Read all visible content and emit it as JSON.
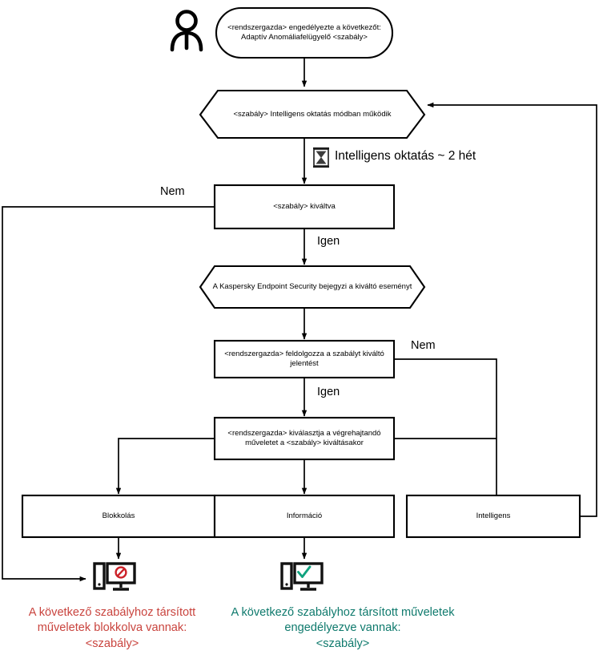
{
  "diagram": {
    "title": "Adaptiv Anomaliafelugyelo szabaly folyamatabra",
    "language": "hu",
    "colors": {
      "stroke": "#000000",
      "blocked_text": "#c9443e",
      "allowed_text": "#0f7a6d",
      "blocked_icon": "#cc2229",
      "allowed_icon": "#10a37f"
    },
    "nodes": {
      "admin_enable": {
        "shape": "stadium",
        "text": "<rendszergazda> engedélyezte a következőt: Adaptív Anomáliafelügyelő <szabály>"
      },
      "smart_training": {
        "shape": "hexagon",
        "text": "<szabály> Intelligens oktatás módban működik"
      },
      "rule_triggered": {
        "shape": "rect",
        "text": "<szabály> kiváltva"
      },
      "kes_logs_event": {
        "shape": "hexagon",
        "text": "A Kaspersky Endpoint Security bejegyzi a kiváltó eseményt"
      },
      "admin_processes_report": {
        "shape": "rect",
        "text": "<rendszergazda>  feldolgozza a szabályt kiváltó jelentést"
      },
      "admin_selects_action": {
        "shape": "rect",
        "text": "<rendszergazda> kiválasztja a végrehajtandó műveletet a <szabály> kiváltásakor"
      },
      "action_block": {
        "shape": "rect",
        "text": "Blokkolás"
      },
      "action_info": {
        "shape": "rect",
        "text": "Információ"
      },
      "action_smart": {
        "shape": "rect",
        "text": "Intelligens"
      }
    },
    "icons": {
      "person": "person-icon",
      "timer": "hourglass-icon",
      "blocked_computer": "computer-blocked-icon",
      "allowed_computer": "computer-allowed-icon"
    },
    "edge_labels": {
      "training_duration": "Intelligens oktatás ~ 2 hét",
      "rule_triggered_no": "Nem",
      "rule_triggered_yes": "Igen",
      "report_no": "Nem",
      "report_yes": "Igen"
    },
    "captions": {
      "blocked": "A következő szabályhoz társított műveletek blokkolva vannak:\n<szabály>",
      "allowed": "A következő szabályhoz társított műveletek engedélyezve vannak:\n<szabály>"
    }
  }
}
